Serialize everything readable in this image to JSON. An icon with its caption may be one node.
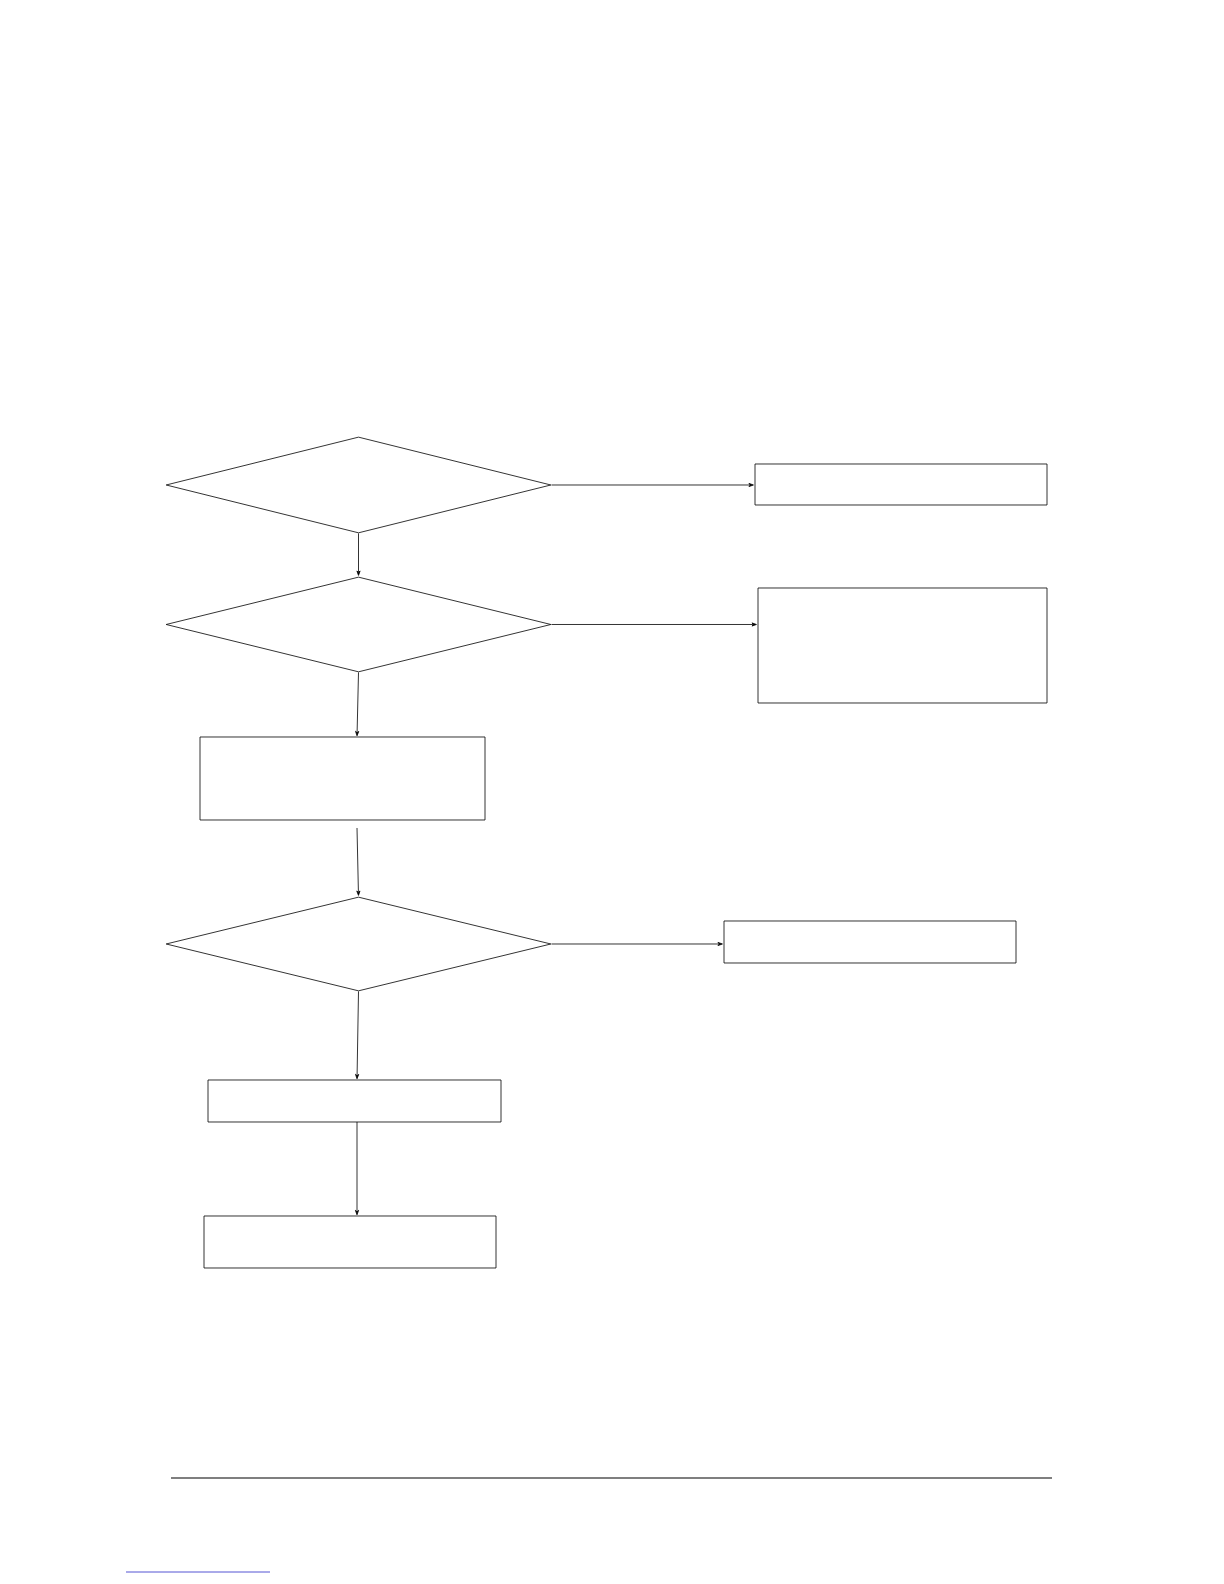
{
  "diagram": {
    "nodes": [
      {
        "text": [],
        "shape": "diamond"
      },
      {
        "text": [],
        "shape": "box"
      },
      {
        "text": [],
        "shape": "diamond"
      },
      {
        "text": [],
        "shape": "box"
      },
      {
        "text": [],
        "shape": "box"
      },
      {
        "text": [],
        "shape": "diamond"
      },
      {
        "text": [],
        "shape": "box"
      },
      {
        "text": [],
        "shape": "box"
      },
      {
        "text": [],
        "shape": "box"
      }
    ],
    "edges": [
      {
        "from": 0,
        "to": 1,
        "arrow": "to"
      },
      {
        "from": 0,
        "to": 2,
        "arrow": "to"
      },
      {
        "from": 2,
        "to": 3,
        "arrow": "to"
      },
      {
        "from": 2,
        "to": 4,
        "arrow": "to"
      },
      {
        "from": 4,
        "to": 5,
        "arrow": "to"
      },
      {
        "from": 5,
        "to": 6,
        "arrow": "to"
      },
      {
        "from": 5,
        "to": 7,
        "arrow": "to"
      },
      {
        "from": 7,
        "to": 8,
        "arrow": "to"
      }
    ]
  }
}
